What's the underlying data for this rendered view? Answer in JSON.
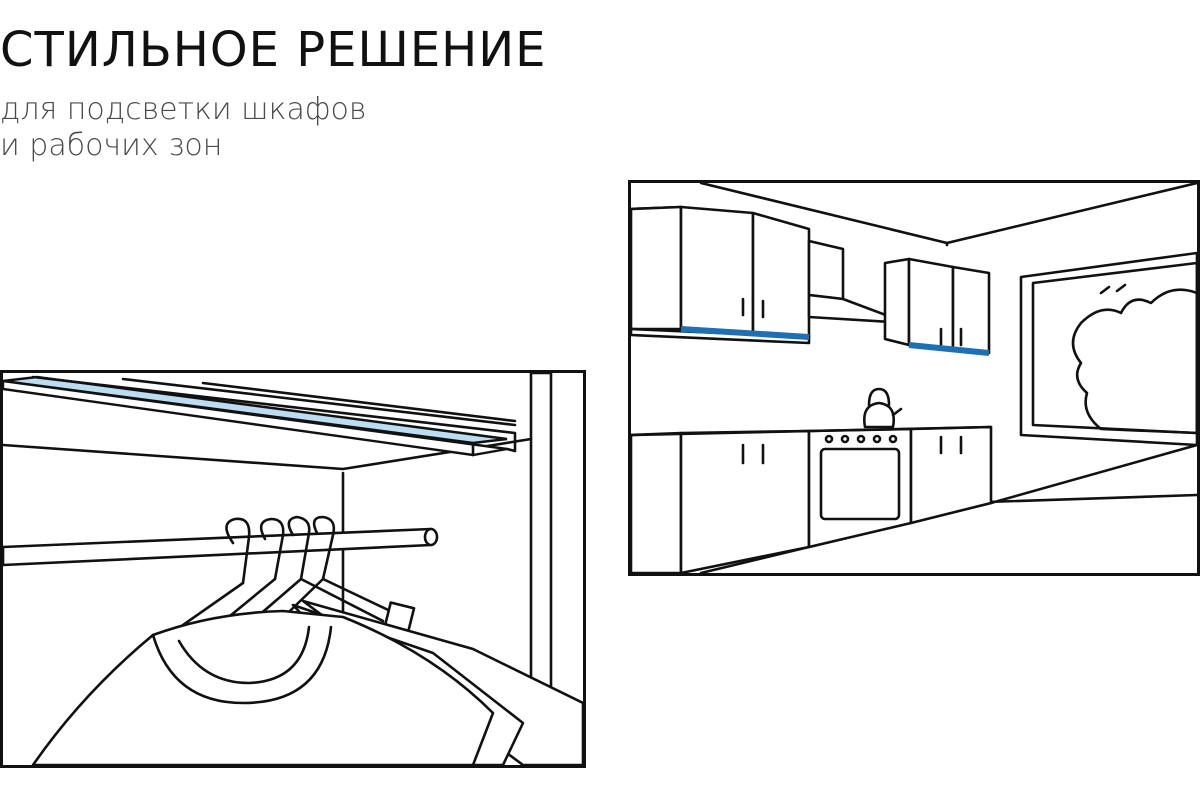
{
  "headline": "СТИЛЬНОЕ РЕШЕНИЕ",
  "subtitle": {
    "line1": "для подсветки шкафов",
    "line2": "и рабочих зон"
  },
  "colors": {
    "text_primary": "#111111",
    "text_secondary": "#4a4a4a",
    "light_glow": "#bcdcf2",
    "light_strip_blue": "#1f6fb5",
    "outline": "#111111"
  },
  "illustrations": {
    "wardrobe": {
      "icon": "wardrobe-rail-illustration",
      "highlight": "light-strip-under-shelf"
    },
    "kitchen": {
      "icon": "kitchen-interior-illustration",
      "highlight": "light-strips-under-wall-cabinets"
    }
  }
}
